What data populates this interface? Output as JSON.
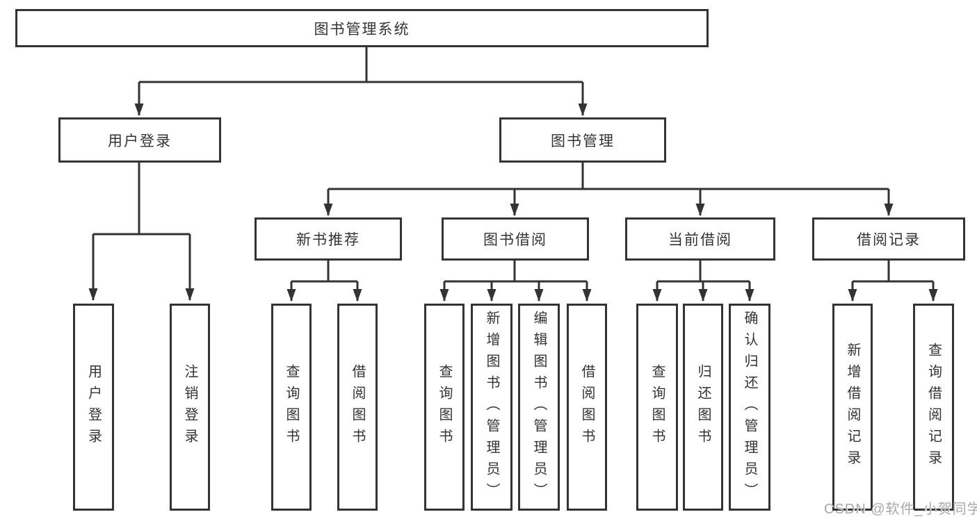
{
  "diagram": {
    "root": {
      "label": "图书管理系统"
    },
    "level2": [
      {
        "label": "用户登录"
      },
      {
        "label": "图书管理"
      }
    ],
    "level3": [
      {
        "label": "新书推荐"
      },
      {
        "label": "图书借阅"
      },
      {
        "label": "当前借阅"
      },
      {
        "label": "借阅记录"
      }
    ],
    "leaves": {
      "user_login": [
        "用户登录",
        "注销登录"
      ],
      "new_book_recommend": [
        "查询图书",
        "借阅图书"
      ],
      "book_borrow": [
        "查询图书",
        "新增图书（管理员）",
        "编辑图书（管理员）",
        "借阅图书"
      ],
      "current_borrow": [
        "查询图书",
        "归还图书",
        "确认归还（管理员）"
      ],
      "borrow_record": [
        "新增借阅记录",
        "查询借阅记录"
      ]
    }
  },
  "watermark": "CSDN @软件_小贺同学",
  "colors": {
    "line": "#333333",
    "text": "#333333",
    "watermark": "#a9a9a9",
    "background": "#ffffff"
  }
}
